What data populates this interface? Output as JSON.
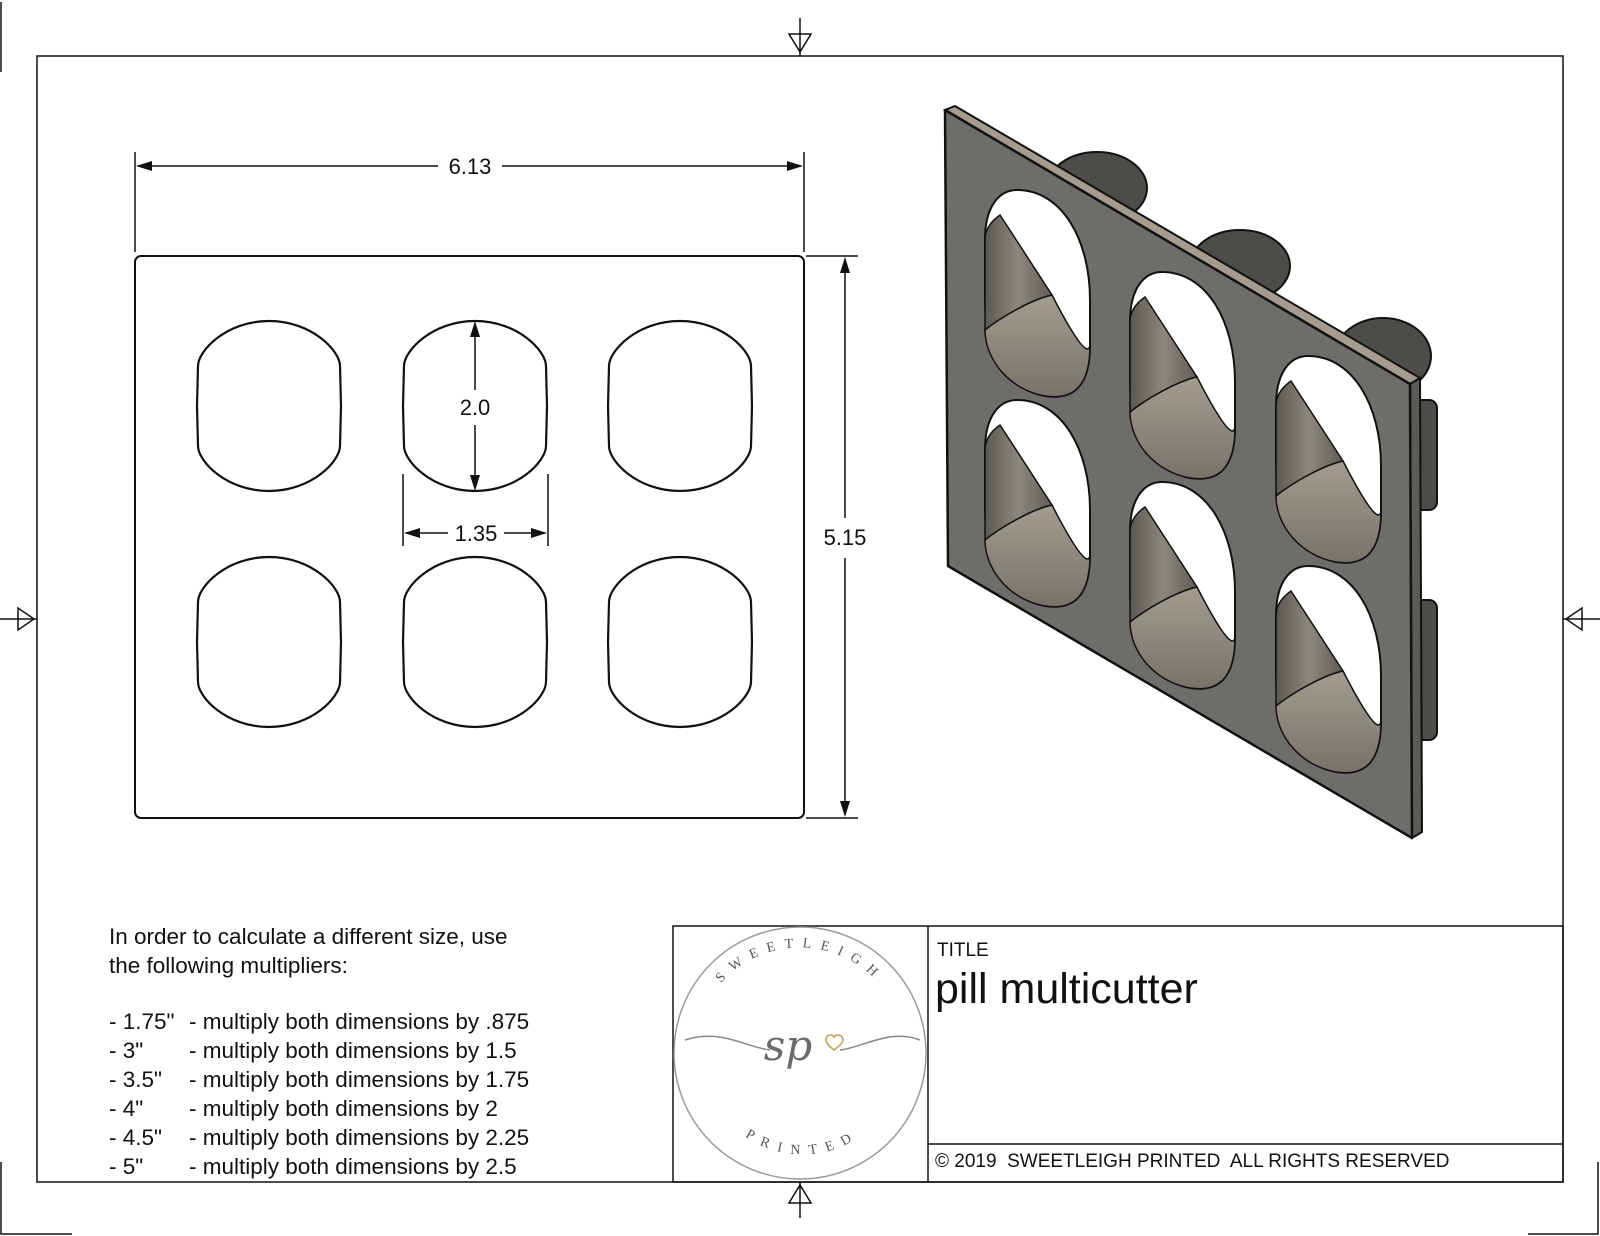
{
  "drawing": {
    "dimensions": {
      "overall_width": "6.13",
      "overall_height": "5.15",
      "cavity_height": "2.0",
      "cavity_width": "1.35"
    }
  },
  "note": {
    "intro_line1": "In order to calculate a different size, use",
    "intro_line2": "the following multipliers:",
    "multipliers": [
      {
        "size": "- 1.75\"",
        "text": "- multiply both dimensions by .875"
      },
      {
        "size": "- 3\"",
        "text": "- multiply both dimensions by 1.5"
      },
      {
        "size": "- 3.5\"",
        "text": "- multiply both dimensions by 1.75"
      },
      {
        "size": "- 4\"",
        "text": "- multiply both dimensions by 2"
      },
      {
        "size": "- 4.5\"",
        "text": "- multiply both dimensions by 2.25"
      },
      {
        "size": "- 5\"",
        "text": "- multiply both dimensions by 2.5"
      }
    ]
  },
  "title_block": {
    "label": "TITLE",
    "title": "pill multicutter",
    "copyright": "© 2019  SWEETLEIGH PRINTED  ALL RIGHTS RESERVED"
  },
  "logo": {
    "top_text": "SWEETLEIGH",
    "bottom_text": "PRINTED",
    "monogram": "sp"
  },
  "colors": {
    "line": "#111111",
    "plate_face": "#6e6d6a",
    "plate_edge": "#a39c8f",
    "cavity_wall": "#8a8578",
    "heart_accent": "#c9a86a"
  }
}
